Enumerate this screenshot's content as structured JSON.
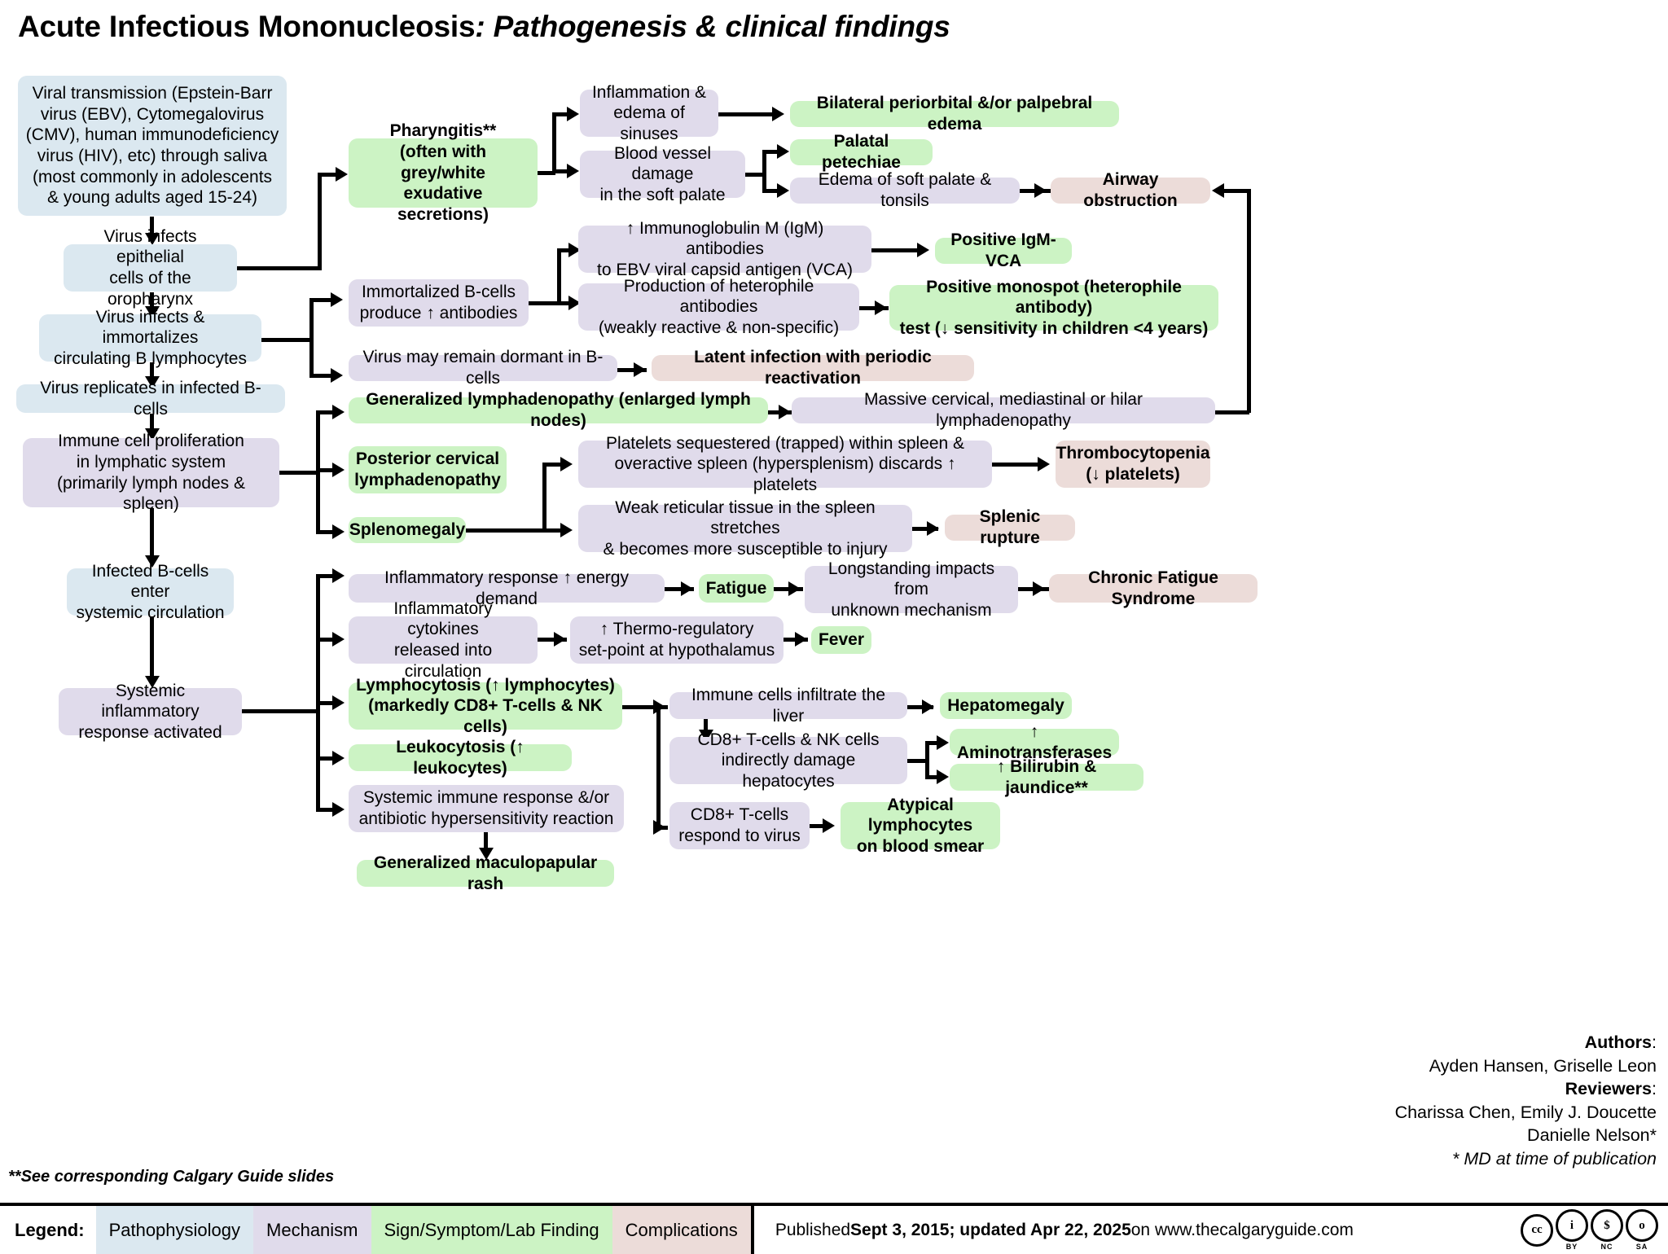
{
  "title": {
    "main": "Acute Infectious Mononucleosis",
    "sub": ": Pathogenesis & clinical findings"
  },
  "nodes": {
    "viral_transmission": "Viral transmission (Epstein-Barr\nvirus (EBV), Cytomegalovirus\n(CMV), human immunodeficiency\nvirus (HIV), etc) through saliva\n(most commonly in adolescents\n& young adults aged 15-24)",
    "epithelial": "Virus infects epithelial\ncells of the oropharynx",
    "b_lymphocytes": "Virus infects & immortalizes\ncirculating B lymphocytes",
    "replicates": "Virus replicates in infected B-cells",
    "proliferation": "Immune cell proliferation\nin lymphatic system\n(primarily lymph nodes & spleen)",
    "systemic_circ": "Infected B-cells enter\nsystemic circulation",
    "inflammatory_activated": "Systemic inflammatory\nresponse activated",
    "pharyngitis": "Pharyngitis**\n(often with grey/white\nexudative secretions)",
    "sinus_edema": "Inflammation &\nedema of sinuses",
    "periorbital_edema": "Bilateral periorbital &/or palpebral edema",
    "vessel_damage": "Blood vessel damage\nin the soft palate",
    "palatal_petechiae": "Palatal petechiae",
    "soft_palate_edema": "Edema of soft palate & tonsils",
    "airway_obstruction": "Airway obstruction",
    "immortalized": "Immortalized B-cells\nproduce ↑ antibodies",
    "igm": "↑ Immunoglobulin M (IgM) antibodies\nto EBV viral capsid antigen (VCA)",
    "positive_igm": "Positive IgM-VCA",
    "heterophile": "Production of heterophile antibodies\n(weakly reactive & non-specific)",
    "monospot": "Positive monospot (heterophile antibody)\ntest (↓ sensitivity in children <4 years)",
    "dormant": "Virus may remain dormant in B-cells",
    "latent": "Latent infection with periodic reactivation",
    "gen_lymphadenopathy": "Generalized lymphadenopathy (enlarged lymph nodes)",
    "massive_lymphadenopathy": "Massive cervical, mediastinal or hilar lymphadenopathy",
    "posterior_cervical": "Posterior cervical\nlymphadenopathy",
    "platelets_sequestered": "Platelets sequestered (trapped) within spleen &\noveractive spleen (hypersplenism) discards ↑ platelets",
    "thrombocytopenia": "Thrombocytopenia\n(↓ platelets)",
    "splenomegaly": "Splenomegaly",
    "weak_reticular": "Weak reticular tissue in the spleen stretches\n& becomes more susceptible to injury",
    "splenic_rupture": "Splenic rupture",
    "energy_demand": "Inflammatory response ↑ energy demand",
    "fatigue": "Fatigue",
    "longstanding": "Longstanding impacts from\nunknown mechanism",
    "chronic_fatigue": "Chronic Fatigue Syndrome",
    "cytokines": "Inflammatory cytokines\nreleased into circulation",
    "thermoregulatory": "↑ Thermo-regulatory\nset-point at hypothalamus",
    "fever": "Fever",
    "lymphocytosis": "Lymphocytosis (↑ lymphocytes)\n(markedly CD8+ T-cells & NK cells)",
    "leukocytosis": "Leukocytosis (↑ leukocytes)",
    "hypersensitivity": "Systemic immune response &/or\nantibiotic hypersensitivity reaction",
    "maculopapular_rash": "Generalized maculopapular rash",
    "infiltrate_liver": "Immune cells infiltrate the liver",
    "hepatomegaly": "Hepatomegaly",
    "damage_hepatocytes": "CD8+ T-cells & NK cells\nindirectly damage hepatocytes",
    "aminotransferases": "↑ Aminotransferases",
    "bilirubin": "↑ Bilirubin & jaundice**",
    "cd8_respond": "CD8+ T-cells\nrespond to virus",
    "atypical_lymphocytes": "Atypical lymphocytes\non blood smear"
  },
  "authors": {
    "authors_label": "Authors",
    "authors_names": "Ayden Hansen, Griselle Leon",
    "reviewers_label": "Reviewers",
    "reviewers_names_1": "Charissa Chen, Emily J. Doucette",
    "reviewers_names_2": "Danielle Nelson*",
    "md_note": "* MD at time of publication"
  },
  "footnote": "**See corresponding Calgary Guide slides",
  "legend": {
    "label": "Legend:",
    "items": [
      {
        "text": "Pathophysiology",
        "color": "#dbe8f0"
      },
      {
        "text": "Mechanism",
        "color": "#e0dbeb"
      },
      {
        "text": "Sign/Symptom/Lab Finding",
        "color": "#ccf3c4"
      },
      {
        "text": "Complications",
        "color": "#ecdcd9"
      }
    ],
    "published_prefix": "Published ",
    "published_dates": "Sept 3, 2015; updated Apr 22, 2025",
    "published_suffix": " on www.thecalgaryguide.com",
    "cc_badges": [
      "cc",
      "i",
      "$",
      "o"
    ],
    "cc_tags": [
      "BY",
      "NC",
      "SA"
    ]
  },
  "colors": {
    "pathophysiology": "#dbe8f0",
    "mechanism": "#e0dbeb",
    "sign_symptom": "#ccf3c4",
    "complications": "#ecdcd9"
  }
}
